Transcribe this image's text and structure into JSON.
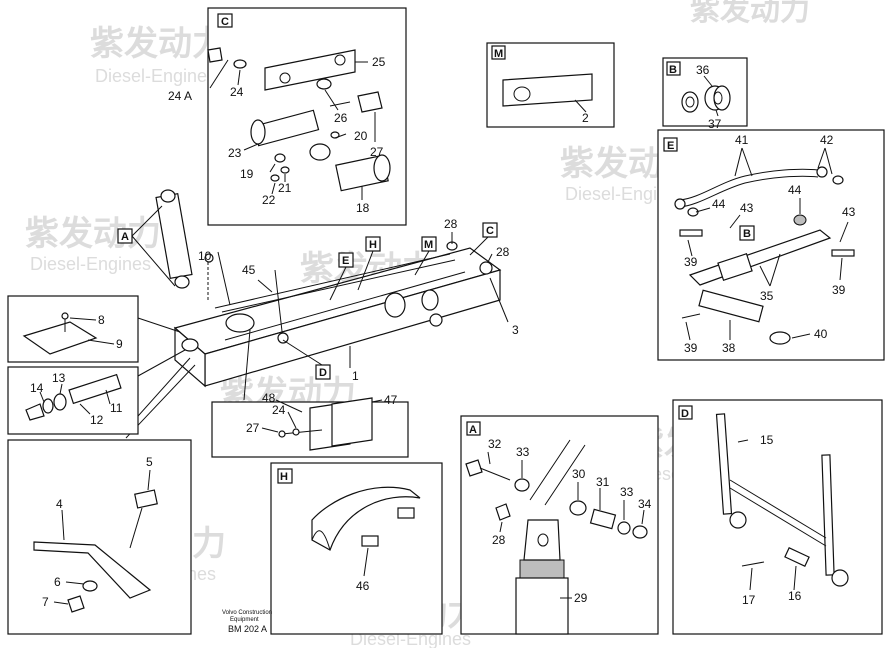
{
  "watermark": {
    "brand": "紫发动力",
    "sub": "Diesel-Engines"
  },
  "callout_letters": {
    "C": "C",
    "M": "M",
    "B": "B",
    "E": "E",
    "A": "A",
    "H": "H",
    "D": "D"
  },
  "numbers": {
    "n1": "1",
    "n2": "2",
    "n3": "3",
    "n4": "4",
    "n5": "5",
    "n6": "6",
    "n7": "7",
    "n8": "8",
    "n9": "9",
    "n10": "10",
    "n11": "11",
    "n12": "12",
    "n13": "13",
    "n14": "14",
    "n15": "15",
    "n16": "16",
    "n17": "17",
    "n18": "18",
    "n19": "19",
    "n20": "20",
    "n21": "21",
    "n22": "22",
    "n23": "23",
    "n24": "24",
    "n24a": "24 A",
    "n25": "25",
    "n26": "26",
    "n27": "27",
    "n28": "28",
    "n29": "29",
    "n30": "30",
    "n31": "31",
    "n32": "32",
    "n33": "33",
    "n34": "34",
    "n35": "35",
    "n36": "36",
    "n37": "37",
    "n38": "38",
    "n39": "39",
    "n40": "40",
    "n41": "41",
    "n42": "42",
    "n43": "43",
    "n44": "44",
    "n45": "45",
    "n46": "46",
    "n47": "47",
    "n48": "48"
  },
  "footer": {
    "line1": "Volvo Construction",
    "line2": "Equipment",
    "code": "BM 202 A"
  }
}
